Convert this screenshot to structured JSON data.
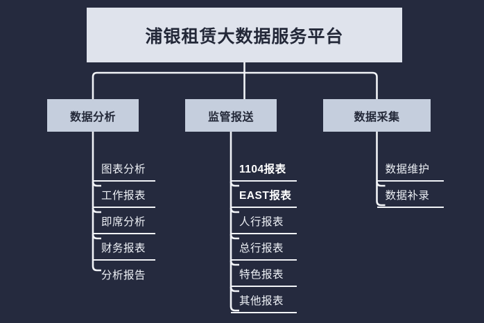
{
  "diagram": {
    "type": "org-tree",
    "title": "浦银租赁大数据服务平台",
    "background_color": "#252a3e",
    "root": {
      "label": "浦银租赁大数据服务平台",
      "fill_color": "#dfe3ec",
      "text_color": "#232838"
    },
    "branches": [
      {
        "label": "数据分析",
        "fill_color": "#c5cedd",
        "text_color": "#232838",
        "leaves": [
          {
            "label": "图表分析",
            "bold": false
          },
          {
            "label": "工作报表",
            "bold": false
          },
          {
            "label": "即席分析",
            "bold": false
          },
          {
            "label": "财务报表",
            "bold": false
          },
          {
            "label": "分析报告",
            "bold": false
          }
        ]
      },
      {
        "label": "监管报送",
        "fill_color": "#c5cedd",
        "text_color": "#232838",
        "leaves": [
          {
            "label": "1104报表",
            "bold": true
          },
          {
            "label": "EAST报表",
            "bold": true
          },
          {
            "label": "人行报表",
            "bold": false
          },
          {
            "label": "总行报表",
            "bold": false
          },
          {
            "label": "特色报表",
            "bold": false
          },
          {
            "label": "其他报表",
            "bold": false
          }
        ]
      },
      {
        "label": "数据采集",
        "fill_color": "#c5cedd",
        "text_color": "#232838",
        "leaves": [
          {
            "label": "数据维护",
            "bold": false
          },
          {
            "label": "数据补录",
            "bold": false
          }
        ]
      }
    ],
    "connector_color": "#f2f4f8"
  }
}
